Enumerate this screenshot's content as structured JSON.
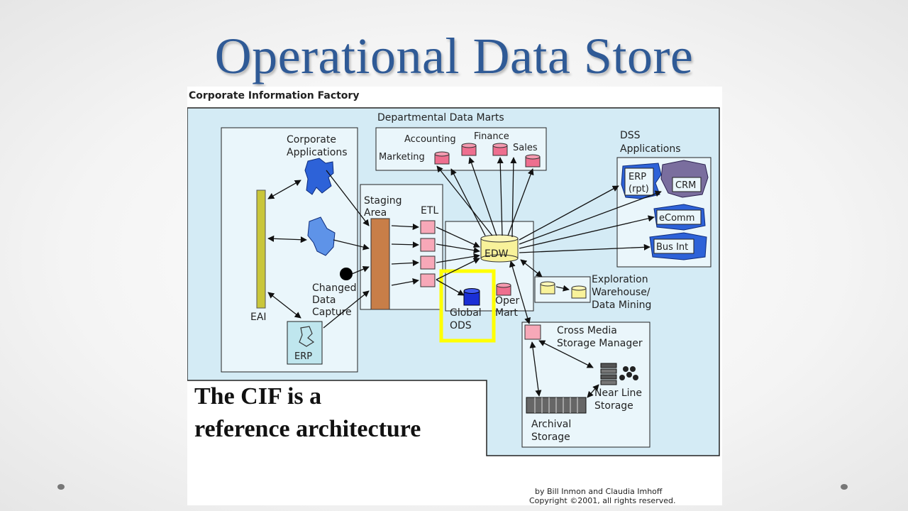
{
  "slide": {
    "title": "Operational Data Store",
    "caption_line1": "The CIF is a",
    "caption_line2": "reference architecture"
  },
  "diagram": {
    "heading": "Corporate Information Factory",
    "departmental_data_marts": "Departmental Data Marts",
    "accounting": "Accounting",
    "finance": "Finance",
    "marketing": "Marketing",
    "sales": "Sales",
    "corporate_applications_1": "Corporate",
    "corporate_applications_2": "Applications",
    "eai": "EAI",
    "changed_1": "Changed",
    "changed_2": "Data",
    "changed_3": "Capture",
    "erp_source": "ERP",
    "staging_1": "Staging",
    "staging_2": "Area",
    "etl": "ETL",
    "edw": "EDW",
    "global_ods_1": "Global",
    "global_ods_2": "ODS",
    "oper_mart_1": "Oper",
    "oper_mart_2": "Mart",
    "dss_1": "DSS",
    "dss_2": "Applications",
    "erp_rpt_1": "ERP",
    "erp_rpt_2": "(rpt)",
    "crm": "CRM",
    "ecomm": "eComm",
    "bus_int": "Bus Int",
    "exploration_1": "Exploration",
    "exploration_2": "Warehouse/",
    "exploration_3": "Data Mining",
    "cross_media_1": "Cross Media",
    "cross_media_2": "Storage Manager",
    "near_line_1": "Near Line",
    "near_line_2": "Storage",
    "archival_1": "Archival",
    "archival_2": "Storage",
    "credit_1": "by Bill Inmon and Claudia Imhoff",
    "credit_2": "Copyright ©2001, all rights reserved."
  },
  "colors": {
    "title": "#2f5a96",
    "panel_bg": "#d4ebf5",
    "mart_fill": "#ee6f8f",
    "etl_fill": "#f7a8b8",
    "staging_fill": "#c87e48",
    "eai_bar": "#c9c63a",
    "edw_fill": "#f8f29a",
    "ods_fill": "#1a2fd6",
    "highlight": "#ffff00",
    "app_blob": "#2d62d8"
  }
}
